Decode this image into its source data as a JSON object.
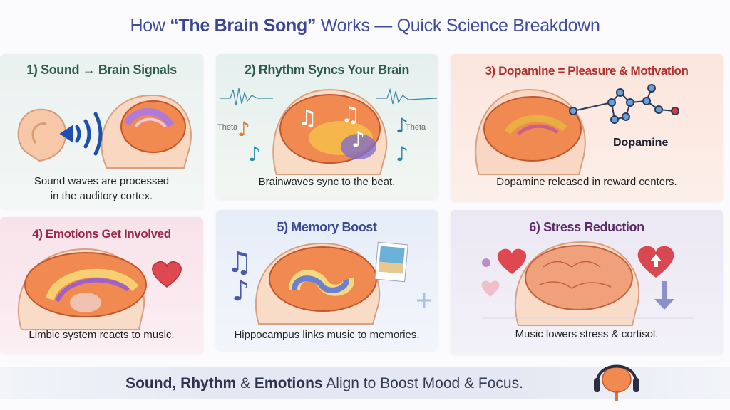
{
  "title": {
    "prefix": "How ",
    "highlight": "“The Brain Song”",
    "suffix": " Works — Quick Science Breakdown",
    "color": "#404c9c"
  },
  "cards": [
    {
      "title": "1) Sound → Brain Signals",
      "caption_line1": "Sound waves are processed",
      "caption_line2": "in the auditory cortex.",
      "title_color": "#2e5a4c",
      "icons": [
        "ear-icon",
        "sound-waves-icon",
        "brain-icon"
      ]
    },
    {
      "title": "2) Rhythm Syncs Your Brain",
      "caption": "Brainwaves sync to the beat.",
      "labels": [
        "Theta",
        "Theta"
      ],
      "title_color": "#2e5a4c",
      "icons": [
        "brain-icon",
        "music-note-icon",
        "brainwave-icon"
      ]
    },
    {
      "title": "3) Dopamine = Pleasure & Motivation",
      "caption": "Dopamine released in reward centers.",
      "molecule_label": "Dopamine",
      "title_color": "#b02e2e",
      "icons": [
        "brain-icon",
        "molecule-icon"
      ]
    },
    {
      "title": "4) Emotions Get Involved",
      "caption": "Limbic system reacts to music.",
      "title_color": "#9a2848",
      "icons": [
        "brain-icon",
        "heart-icon"
      ]
    },
    {
      "title": "5) Memory Boost",
      "caption": "Hippocampus links music to memories.",
      "title_color": "#3a4896",
      "icons": [
        "brain-icon",
        "music-note-icon",
        "photo-icon"
      ]
    },
    {
      "title": "6) Stress Reduction",
      "caption": "Music lowers stress & cortisol.",
      "title_color": "#5c2a66",
      "icons": [
        "brain-icon",
        "heart-icon",
        "down-arrow-icon"
      ]
    }
  ],
  "footer": {
    "bold1": "Sound, Rhythm",
    "amp1": " & ",
    "bold2": "Emotions",
    "rest": " Align to Boost Mood & Focus.",
    "icon": "headphones-brain-icon"
  }
}
